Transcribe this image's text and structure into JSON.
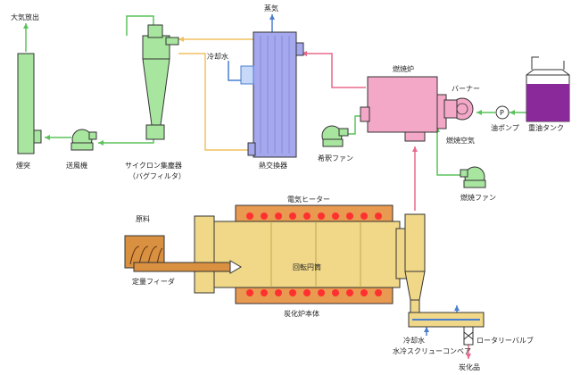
{
  "labels": {
    "exhaust": "大気放出",
    "chimney": "煙突",
    "blower": "送風機",
    "cyclone_line1": "サイクロン集塵器",
    "cyclone_line2": "（バグフィルタ）",
    "steam": "蒸気",
    "cooling_water_top": "冷却水",
    "heat_exchanger": "熱交換器",
    "combustion_furnace": "燃焼炉",
    "burner": "バーナー",
    "oil_pump": "油ポンプ",
    "heavy_oil_tank": "重油タンク",
    "combustion_air": "燃焼空気",
    "dilution_fan": "希釈ファン",
    "combustion_fan": "燃焼ファン",
    "raw_material": "原料",
    "electric_heater": "電気ヒーター",
    "rotary_drum": "回転円筒",
    "quantitative_feeder": "定量フィーダ",
    "carbonization_furnace_body": "炭化炉本体",
    "cooling_water_bottom": "冷却水",
    "water_cooled_screw_conveyor": "水冷スクリューコンベア",
    "rotary_valve": "ロータリーバルブ",
    "carbonized_product": "炭化品",
    "pump_symbol": "P"
  },
  "colors": {
    "green_line": "#5cc25c",
    "orange_line": "#f0c060",
    "pink_line": "#e86a8a",
    "blue_line": "#4a7fd0",
    "chimney_fill": "#a8e6a0",
    "cyclone_fill": "#a8e6a0",
    "heat_exchanger_fill": "#a6a8ee",
    "furnace_fill": "#f4a8c8",
    "tank_fill": "#8a2a9a",
    "kiln_fill": "#f0d888",
    "heater_fill": "#e89a50",
    "heater_dot": "#ff3030"
  }
}
